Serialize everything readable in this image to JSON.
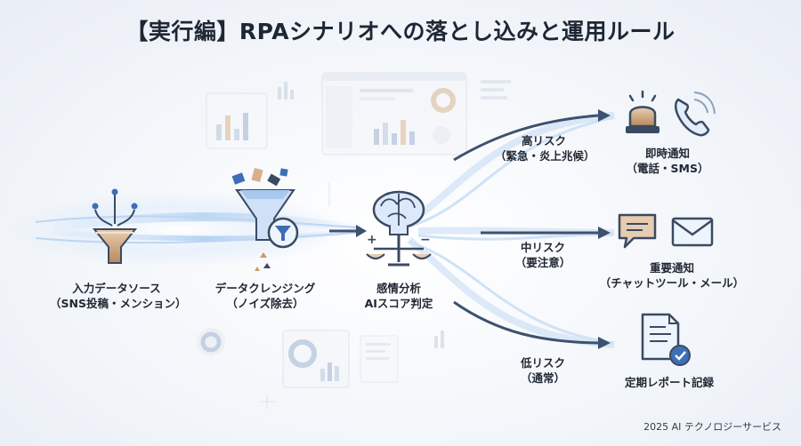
{
  "title": "【実行編】RPAシナリオへの落とし込みと運用ルール",
  "steps": [
    {
      "label": "入力データソース",
      "sub": "（SNS投稿・メンション）"
    },
    {
      "label": "データクレンジング",
      "sub": "（ノイズ除去）"
    },
    {
      "label": "感情分析",
      "sub": "AIスコア判定"
    }
  ],
  "risks": [
    {
      "label": "高リスク",
      "sub": "（緊急・炎上兆候）"
    },
    {
      "label": "中リスク",
      "sub": "（要注意）"
    },
    {
      "label": "低リスク",
      "sub": "（通常）"
    }
  ],
  "actions": [
    {
      "label": "即時通知",
      "sub": "（電話・SMS）",
      "icons": [
        "alarm-icon",
        "phone-icon"
      ]
    },
    {
      "label": "重要通知",
      "sub": "（チャットツール・メール）",
      "icons": [
        "chat-icon",
        "mail-icon"
      ]
    },
    {
      "label": "定期レポート記録",
      "sub": "",
      "icons": [
        "report-icon"
      ]
    }
  ],
  "footer": "2025 AI テクノロジーサービス",
  "colors": {
    "accent": "#3b6fb6",
    "stroke": "#3a4a63",
    "flow": "#9cc3ef",
    "high": "#d9b18a"
  }
}
